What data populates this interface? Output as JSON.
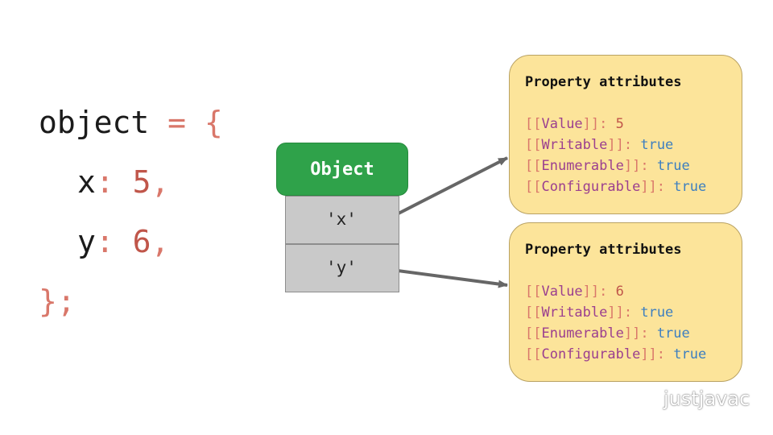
{
  "code": {
    "line1": {
      "name": "object",
      "op": " = ",
      "brace": "{"
    },
    "line2": {
      "key": "x",
      "colon": ": ",
      "value": "5",
      "comma": ","
    },
    "line3": {
      "key": "y",
      "colon": ": ",
      "value": "6",
      "comma": ","
    },
    "line4": {
      "close": "};"
    }
  },
  "object_box": {
    "title": "Object",
    "rows": [
      "'x'",
      "'y'"
    ]
  },
  "cards": [
    {
      "title": "Property attributes",
      "attrs": [
        {
          "name": "Value",
          "value": "5"
        },
        {
          "name": "Writable",
          "value": "true"
        },
        {
          "name": "Enumerable",
          "value": "true"
        },
        {
          "name": "Configurable",
          "value": "true"
        }
      ]
    },
    {
      "title": "Property attributes",
      "attrs": [
        {
          "name": "Value",
          "value": "6"
        },
        {
          "name": "Writable",
          "value": "true"
        },
        {
          "name": "Enumerable",
          "value": "true"
        },
        {
          "name": "Configurable",
          "value": "true"
        }
      ]
    }
  ],
  "syntax": {
    "open": "[[",
    "close": "]]",
    "sep": ": "
  },
  "watermark": {
    "text": "justjavac",
    "icon": "wechat-icon"
  },
  "colors": {
    "object_header": "#2fa24a",
    "row_fill": "#c9c9c9",
    "card_fill": "#fce49a",
    "arrow": "#666666"
  }
}
